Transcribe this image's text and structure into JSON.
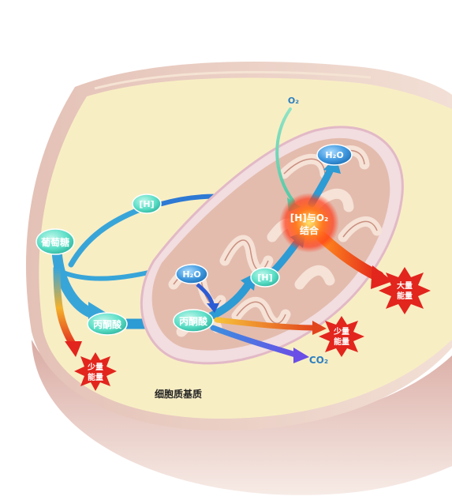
{
  "labels": {
    "glucose": "葡萄糖",
    "h_cytoplasm": "[H]",
    "pyruvate_cytoplasm": "丙酮酸",
    "pyruvate_mito": "丙酮酸",
    "h2o_input": "H₂O",
    "h_mito": "[H]",
    "h2o_output": "H₂O",
    "o2": "O₂",
    "co2": "CO₂",
    "combine_line1": "[H]与O₂",
    "combine_line2": "结合",
    "small_energy_a_line1": "少量",
    "small_energy_a_line2": "能量",
    "small_energy_b_line1": "少量",
    "small_energy_b_line2": "能量",
    "large_energy_line1": "大量",
    "large_energy_line2": "能量",
    "cytoplasm": "细胞质基质"
  },
  "colors": {
    "cell_fill": "#f8eec4",
    "cell_rim": "#e7c9bd",
    "cell_shadow": "#d7a9a1",
    "mito_fill": "#e9c9bf",
    "mito_membrane": "#f2dde0",
    "mito_cristae": "#f4d9cf",
    "node_fill": "#5cdfc7",
    "h2o_node_fill": "#3f98df",
    "arrow_blue": "#33a0d7",
    "starburst": "#e2251d",
    "combine_glow": "#ff5a1f"
  }
}
